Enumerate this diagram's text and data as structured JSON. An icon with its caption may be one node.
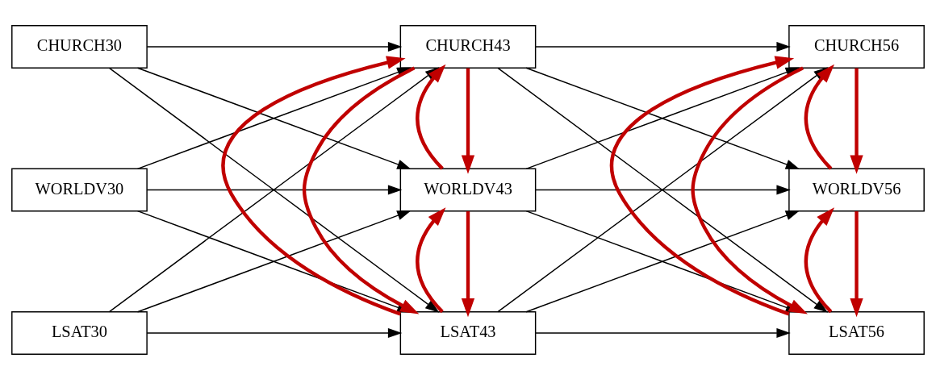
{
  "diagram": {
    "nodes": [
      {
        "text": [
          "CHURCH30"
        ]
      },
      {
        "text": [
          "WORLDV30"
        ]
      },
      {
        "text": [
          "LSAT30"
        ]
      },
      {
        "text": [
          "CHURCH43"
        ]
      },
      {
        "text": [
          "WORLDV43"
        ]
      },
      {
        "text": [
          "LSAT43"
        ]
      },
      {
        "text": [
          "CHURCH56"
        ]
      },
      {
        "text": [
          "WORLDV56"
        ]
      },
      {
        "text": [
          "LSAT56"
        ]
      }
    ],
    "edges": [
      {
        "from": 0,
        "to": 3,
        "arrow": "to"
      },
      {
        "from": 0,
        "to": 4,
        "arrow": "to"
      },
      {
        "from": 0,
        "to": 5,
        "arrow": "to"
      },
      {
        "from": 1,
        "to": 3,
        "arrow": "to"
      },
      {
        "from": 1,
        "to": 4,
        "arrow": "to"
      },
      {
        "from": 1,
        "to": 5,
        "arrow": "to"
      },
      {
        "from": 2,
        "to": 3,
        "arrow": "to"
      },
      {
        "from": 2,
        "to": 4,
        "arrow": "to"
      },
      {
        "from": 2,
        "to": 5,
        "arrow": "to"
      },
      {
        "from": 3,
        "to": 6,
        "arrow": "to"
      },
      {
        "from": 3,
        "to": 7,
        "arrow": "to"
      },
      {
        "from": 3,
        "to": 8,
        "arrow": "to"
      },
      {
        "from": 4,
        "to": 6,
        "arrow": "to"
      },
      {
        "from": 4,
        "to": 7,
        "arrow": "to"
      },
      {
        "from": 4,
        "to": 8,
        "arrow": "to"
      },
      {
        "from": 5,
        "to": 6,
        "arrow": "to"
      },
      {
        "from": 5,
        "to": 7,
        "arrow": "to"
      },
      {
        "from": 5,
        "to": 8,
        "arrow": "to"
      },
      {
        "from": 3,
        "to": 4,
        "arrow": "to",
        "style": "thick",
        "color": "#c00000"
      },
      {
        "from": 4,
        "to": 3,
        "arrow": "to",
        "style": "thick",
        "color": "#c00000"
      },
      {
        "from": 3,
        "to": 5,
        "arrow": "to",
        "style": "thick",
        "color": "#c00000"
      },
      {
        "from": 5,
        "to": 3,
        "arrow": "to",
        "style": "thick",
        "color": "#c00000"
      },
      {
        "from": 4,
        "to": 5,
        "arrow": "to",
        "style": "thick",
        "color": "#c00000"
      },
      {
        "from": 5,
        "to": 4,
        "arrow": "to",
        "style": "thick",
        "color": "#c00000"
      },
      {
        "from": 6,
        "to": 7,
        "arrow": "to",
        "style": "thick",
        "color": "#c00000"
      },
      {
        "from": 7,
        "to": 6,
        "arrow": "to",
        "style": "thick",
        "color": "#c00000"
      },
      {
        "from": 6,
        "to": 8,
        "arrow": "to",
        "style": "thick",
        "color": "#c00000"
      },
      {
        "from": 8,
        "to": 6,
        "arrow": "to",
        "style": "thick",
        "color": "#c00000"
      },
      {
        "from": 7,
        "to": 8,
        "arrow": "to",
        "style": "thick",
        "color": "#c00000"
      },
      {
        "from": 8,
        "to": 7,
        "arrow": "to",
        "style": "thick",
        "color": "#c00000"
      }
    ]
  }
}
